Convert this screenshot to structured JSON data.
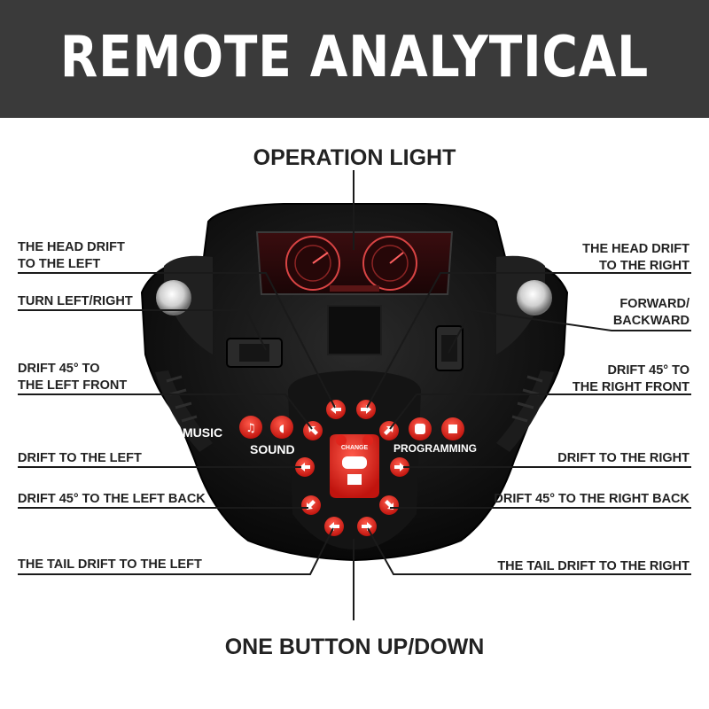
{
  "header": {
    "title": "REMOTE ANALYTICAL"
  },
  "callouts": {
    "operation_light": "OPERATION LIGHT",
    "one_button": "ONE BUTTON UP/DOWN",
    "head_drift_left": [
      "THE HEAD DRIFT",
      "TO THE LEFT"
    ],
    "head_drift_right": [
      "THE HEAD DRIFT",
      "TO THE RIGHT"
    ],
    "turn": "TURN LEFT/RIGHT",
    "forward_backward": [
      "FORWARD/",
      "BACKWARD"
    ],
    "drift45_left_front": [
      "DRIFT 45°  TO",
      "THE LEFT FRONT"
    ],
    "drift45_right_front": [
      "DRIFT 45°  TO",
      "THE RIGHT FRONT"
    ],
    "drift_left": "DRIFT TO THE LEFT",
    "drift_right": "DRIFT TO THE RIGHT",
    "drift45_left_back": "DRIFT 45°  TO THE LEFT BACK",
    "drift45_right_back": "DRIFT 45°  TO THE RIGHT BACK",
    "tail_drift_left": "THE TAIL DRIFT TO THE LEFT",
    "tail_drift_right": "THE TAIL DRIFT TO THE RIGHT"
  },
  "panel": {
    "music": "MUSIC",
    "sound": "SOUND",
    "programming": "PROGRAMMING",
    "change": "CHANGE"
  },
  "colors": {
    "header_bg": "#3a3a3a",
    "button_red": "#e0241c",
    "body_black": "#111111"
  }
}
